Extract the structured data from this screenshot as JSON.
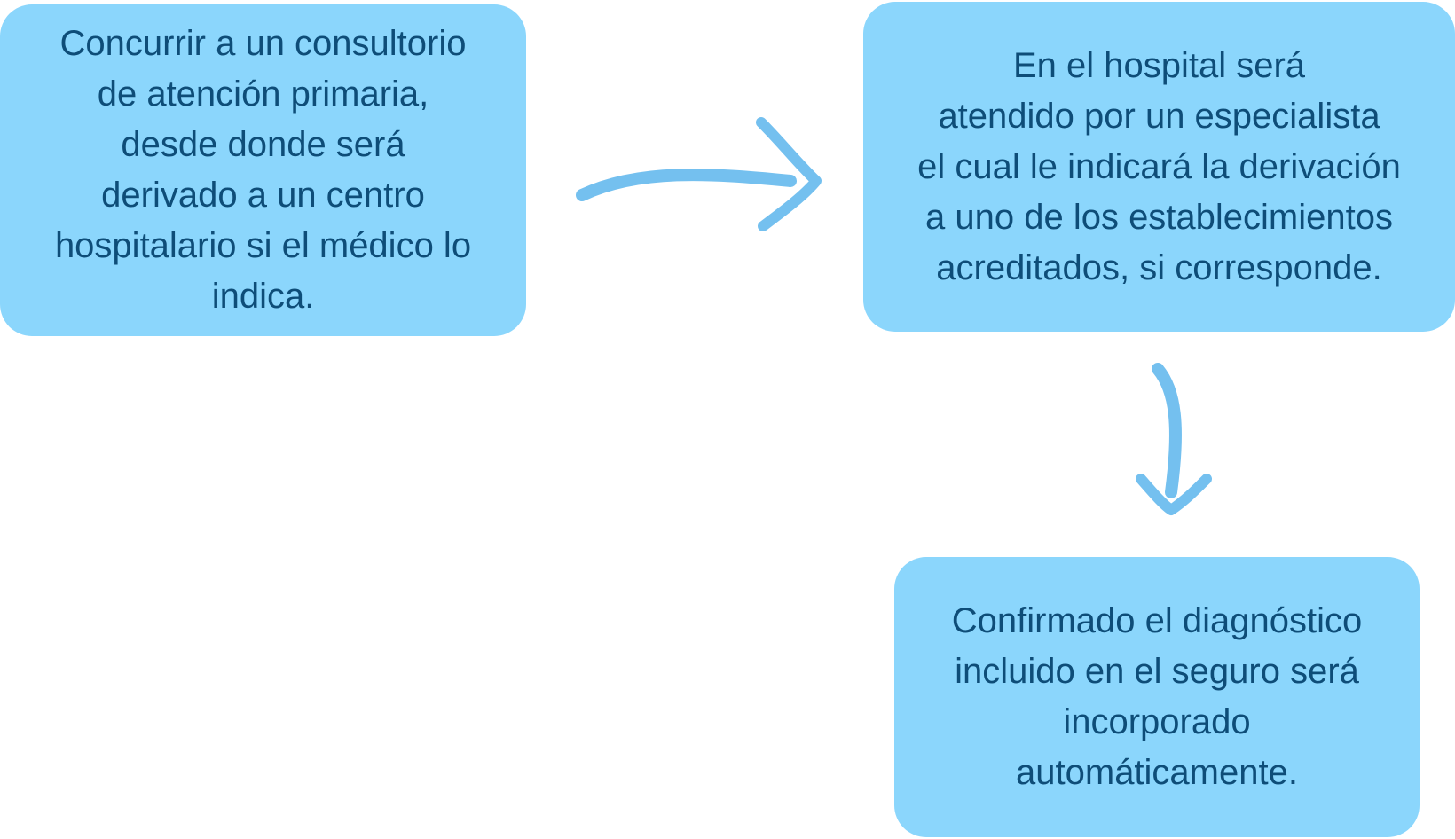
{
  "colors": {
    "box_fill": "#8bd6fc",
    "text": "#0e4d78",
    "arrow": "#74c0ef"
  },
  "steps": [
    {
      "lines": [
        "Concurrir a un consultorio",
        "de atención primaria,",
        "desde donde será",
        "derivado a un centro",
        "hospitalario si el médico lo",
        "indica."
      ]
    },
    {
      "lines": [
        "En el hospital será",
        "atendido por un especialista",
        "el cual le indicará la derivación",
        "a uno de los establecimientos",
        "acreditados, si corresponde."
      ]
    },
    {
      "lines": [
        "Confirmado el diagnóstico",
        "incluido en el seguro será",
        "incorporado",
        "automáticamente."
      ]
    }
  ]
}
